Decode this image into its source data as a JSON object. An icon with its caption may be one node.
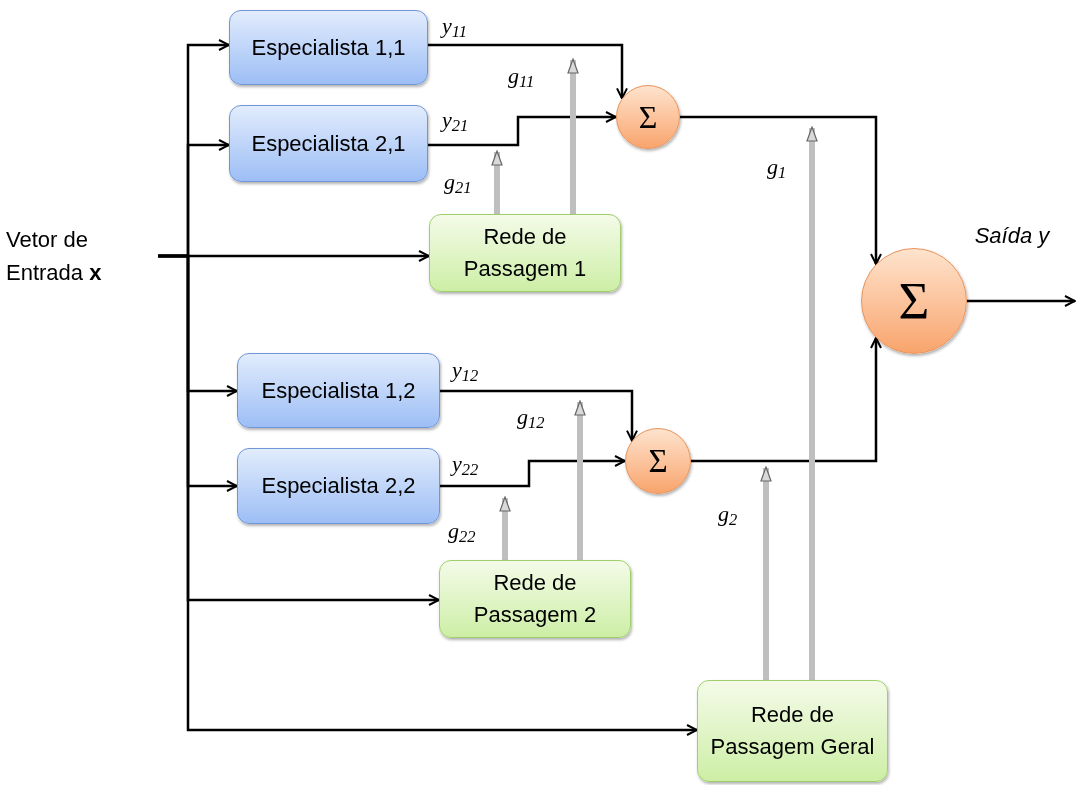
{
  "diagram": {
    "nodes": [
      {
        "text": [
          "Vetor de Entrada **x**"
        ]
      },
      {
        "text": [
          "Especialista 1,1"
        ]
      },
      {
        "text": [
          "Especialista 2,1"
        ]
      },
      {
        "text": [
          "Rede de Passagem 1"
        ]
      },
      {
        "text": [
          "Σ"
        ]
      },
      {
        "text": [
          "Especialista 1,2"
        ]
      },
      {
        "text": [
          "Especialista 2,2"
        ]
      },
      {
        "text": [
          "Rede de Passagem 2"
        ]
      },
      {
        "text": [
          "Σ"
        ]
      },
      {
        "text": [
          "Rede de Passagem Geral"
        ]
      },
      {
        "text": [
          "Σ"
        ]
      }
    ],
    "edges": [
      {
        "from": 0,
        "to": 1,
        "arrow": "to"
      },
      {
        "from": 0,
        "to": 2,
        "arrow": "to"
      },
      {
        "from": 0,
        "to": 3,
        "arrow": "to"
      },
      {
        "from": 0,
        "to": 5,
        "arrow": "to"
      },
      {
        "from": 0,
        "to": 6,
        "arrow": "to"
      },
      {
        "from": 0,
        "to": 7,
        "arrow": "to"
      },
      {
        "from": 0,
        "to": 9,
        "arrow": "to"
      },
      {
        "from": 1,
        "to": 4,
        "arrow": "to",
        "label": "y$_{11}$"
      },
      {
        "from": 2,
        "to": 4,
        "arrow": "to",
        "label": "y$_{21}$"
      },
      {
        "from": 3,
        "to": null,
        "arrow": "to",
        "label": "g$_{11}$",
        "style": "thick",
        "color": "#bfbfbf"
      },
      {
        "from": 3,
        "to": null,
        "arrow": "to",
        "label": "g$_{21}$",
        "style": "thick",
        "color": "#bfbfbf"
      },
      {
        "from": 5,
        "to": 8,
        "arrow": "to",
        "label": "y$_{12}$"
      },
      {
        "from": 6,
        "to": 8,
        "arrow": "to",
        "label": "y$_{22}$"
      },
      {
        "from": 7,
        "to": null,
        "arrow": "to",
        "label": "g$_{12}$",
        "style": "thick",
        "color": "#bfbfbf"
      },
      {
        "from": 7,
        "to": null,
        "arrow": "to",
        "label": "g$_{22}$",
        "style": "thick",
        "color": "#bfbfbf"
      },
      {
        "from": 4,
        "to": 10,
        "arrow": "to"
      },
      {
        "from": 8,
        "to": 10,
        "arrow": "to"
      },
      {
        "from": 9,
        "to": null,
        "arrow": "to",
        "label": "g$_{1}$",
        "style": "thick",
        "color": "#bfbfbf"
      },
      {
        "from": 9,
        "to": null,
        "arrow": "to",
        "label": "g$_{2}$",
        "style": "thick",
        "color": "#bfbfbf"
      },
      {
        "from": 10,
        "to": null,
        "arrow": "to",
        "label": "Saída y"
      }
    ]
  }
}
